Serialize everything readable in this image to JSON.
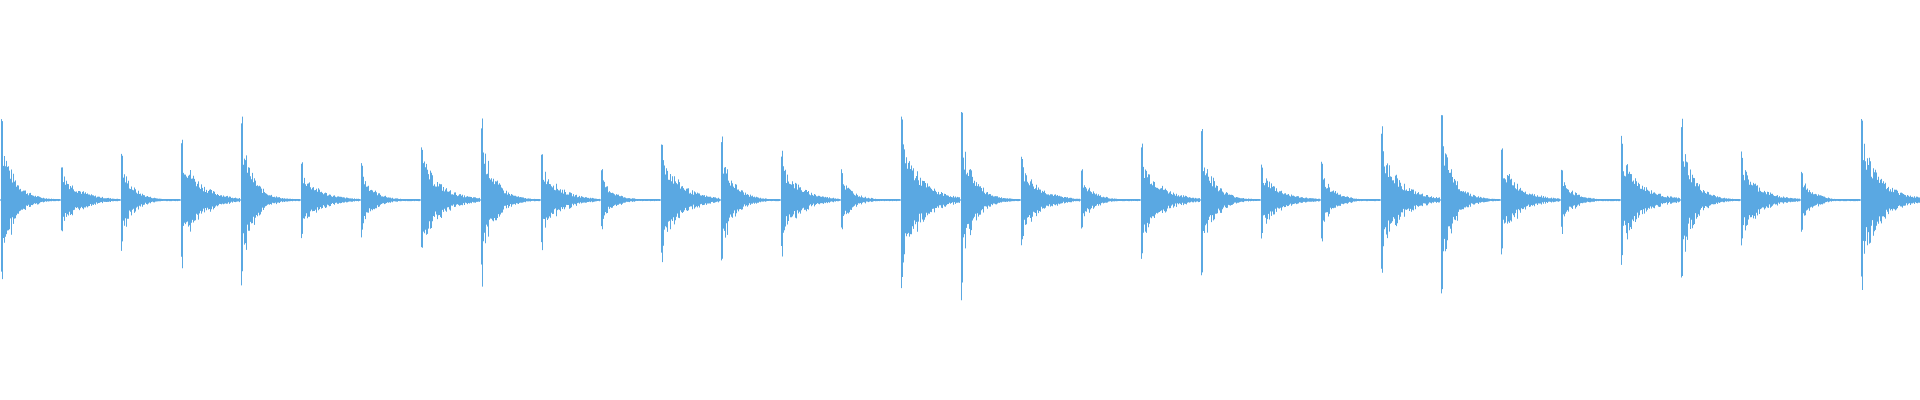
{
  "waveform": {
    "color": "#5aa8e2",
    "background": "#ffffff",
    "transients": [
      {
        "strength": 1.0,
        "decay": 0.45
      },
      {
        "strength": 0.45,
        "decay": 0.85
      },
      {
        "strength": 0.55,
        "decay": 0.4
      },
      {
        "strength": 0.75,
        "decay": 0.9
      },
      {
        "strength": 1.0,
        "decay": 0.4
      },
      {
        "strength": 0.45,
        "decay": 0.85
      },
      {
        "strength": 0.45,
        "decay": 0.4
      },
      {
        "strength": 0.7,
        "decay": 0.9
      },
      {
        "strength": 1.0,
        "decay": 0.45
      },
      {
        "strength": 0.55,
        "decay": 0.85
      },
      {
        "strength": 0.35,
        "decay": 0.4
      },
      {
        "strength": 0.75,
        "decay": 0.9
      },
      {
        "strength": 0.75,
        "decay": 0.45
      },
      {
        "strength": 0.6,
        "decay": 0.85
      },
      {
        "strength": 0.35,
        "decay": 0.4
      },
      {
        "strength": 1.0,
        "decay": 0.9
      },
      {
        "strength": 1.0,
        "decay": 0.45
      },
      {
        "strength": 0.55,
        "decay": 0.85
      },
      {
        "strength": 0.35,
        "decay": 0.4
      },
      {
        "strength": 0.65,
        "decay": 0.9
      },
      {
        "strength": 0.85,
        "decay": 0.45
      },
      {
        "strength": 0.45,
        "decay": 0.85
      },
      {
        "strength": 0.45,
        "decay": 0.4
      },
      {
        "strength": 0.85,
        "decay": 0.9
      },
      {
        "strength": 1.0,
        "decay": 0.45
      },
      {
        "strength": 0.6,
        "decay": 0.85
      },
      {
        "strength": 0.35,
        "decay": 0.4
      },
      {
        "strength": 0.75,
        "decay": 0.9
      },
      {
        "strength": 0.95,
        "decay": 0.45
      },
      {
        "strength": 0.55,
        "decay": 0.85
      },
      {
        "strength": 0.35,
        "decay": 0.4
      },
      {
        "strength": 1.0,
        "decay": 0.9
      }
    ]
  }
}
